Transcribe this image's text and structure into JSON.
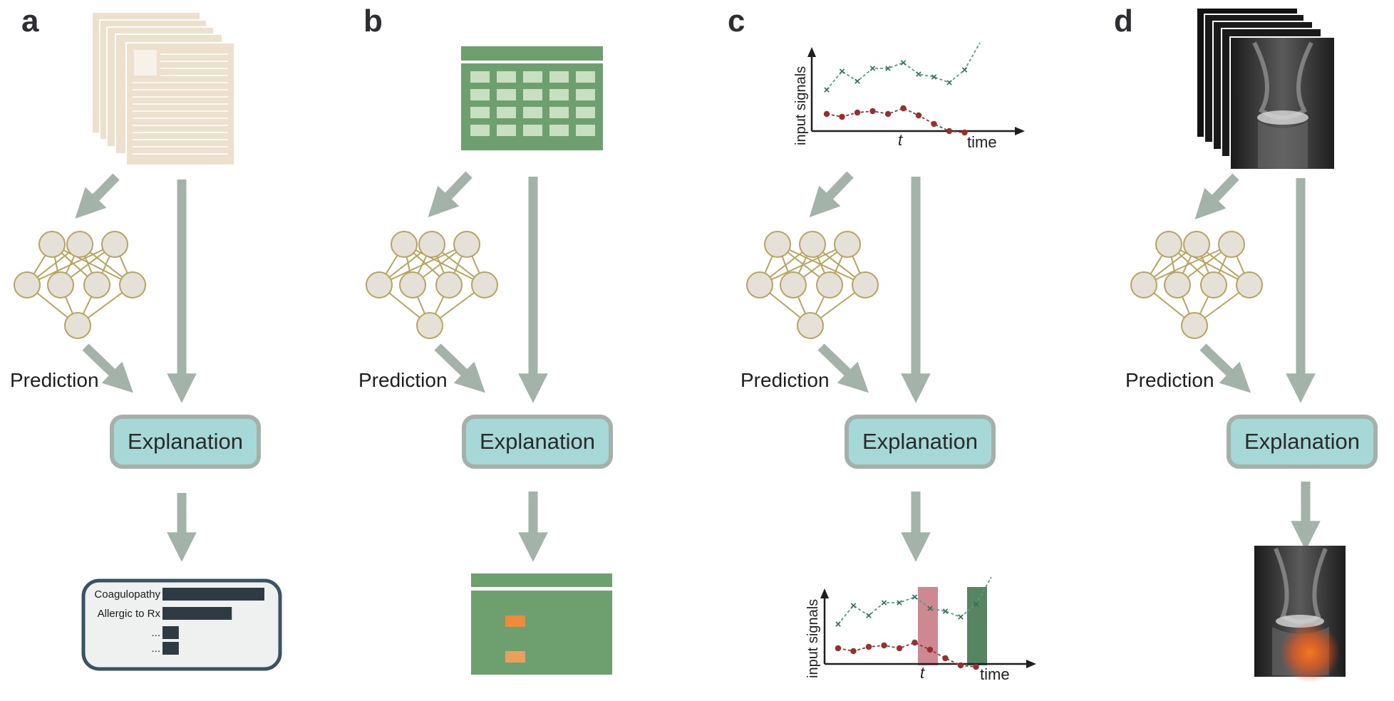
{
  "panels": [
    {
      "letter": "a",
      "prediction_label": "Prediction",
      "explanation_label": "Explanation",
      "input": "text-documents",
      "output": "feature-bar-list",
      "output_bars": [
        {
          "label": "Coagulopathy",
          "value": 1.0
        },
        {
          "label": "Allergic to Rx",
          "value": 0.68
        },
        {
          "label": "...",
          "value": 0.16
        },
        {
          "label": "...",
          "value": 0.16
        }
      ]
    },
    {
      "letter": "b",
      "prediction_label": "Prediction",
      "explanation_label": "Explanation",
      "input": "data-table",
      "output": "highlighted-table"
    },
    {
      "letter": "c",
      "prediction_label": "Prediction",
      "explanation_label": "Explanation",
      "input": "time-series",
      "output": "time-series-with-highlights",
      "ylabel": "input signals",
      "xlabel": "time",
      "t_label": "t"
    },
    {
      "letter": "d",
      "prediction_label": "Prediction",
      "explanation_label": "Explanation",
      "input": "mri-slices",
      "output": "mri-heatmap"
    }
  ],
  "colors": {
    "arrow": "#a3b3aa",
    "explanation_fill": "#a5d8d6",
    "explanation_border": "#a5b0aa",
    "document": "#ede1cd",
    "table_green": "#6e9f6f",
    "table_cell": "#c9dfc2",
    "node_fill": "#e5e0d8",
    "node_stroke": "#b8a45e",
    "highlight_red": "#c97b86",
    "highlight_green": "#4f7e58",
    "bar_dark": "#2f3b44",
    "orange_cell": "#f08a3a"
  }
}
